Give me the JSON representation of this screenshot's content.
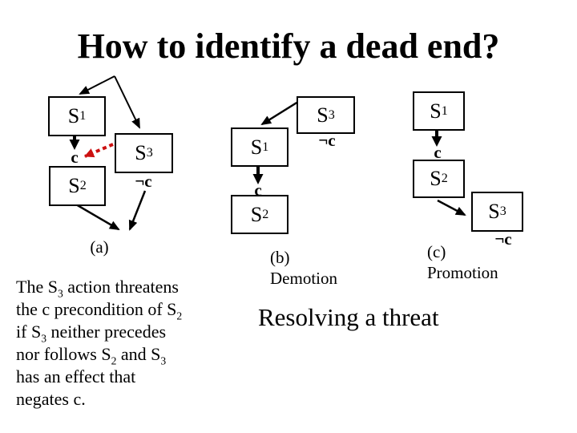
{
  "slide": {
    "title": "How to identify a dead end?",
    "center_caption": "Resolving a threat"
  },
  "colors": {
    "background": "#ffffff",
    "ink": "#000000",
    "threat_arrow_red": "#cc1111"
  },
  "diagram_a": {
    "caption": "(a)",
    "boxes": {
      "s1": {
        "base": "S",
        "sub": "1"
      },
      "s2": {
        "base": "S",
        "sub": "2"
      },
      "s3": {
        "base": "S",
        "sub": "3"
      }
    },
    "labels": {
      "c": "c",
      "not_c": "¬c"
    }
  },
  "diagram_b": {
    "caption": "(b)",
    "method": "Demotion",
    "boxes": {
      "s1": {
        "base": "S",
        "sub": "1"
      },
      "s2": {
        "base": "S",
        "sub": "2"
      },
      "s3": {
        "base": "S",
        "sub": "3"
      }
    },
    "labels": {
      "c": "c",
      "not_c": "¬c"
    }
  },
  "diagram_c": {
    "caption": "(c)",
    "method": "Promotion",
    "boxes": {
      "s1": {
        "base": "S",
        "sub": "1"
      },
      "s2": {
        "base": "S",
        "sub": "2"
      },
      "s3": {
        "base": "S",
        "sub": "3"
      }
    },
    "labels": {
      "c": "c",
      "not_c": "¬c"
    }
  },
  "left_text": {
    "l1a": "The S",
    "l1b": "3",
    "l1c": " action threatens",
    "l2a": "the c precondition of S",
    "l2b": "2",
    "l3a": "if S",
    "l3b": "3",
    "l3c": " neither precedes",
    "l4a": "nor follows S",
    "l4b": "2",
    "l4c": " and S",
    "l4d": "3",
    "l5": "has an effect that",
    "l6": "negates c."
  }
}
